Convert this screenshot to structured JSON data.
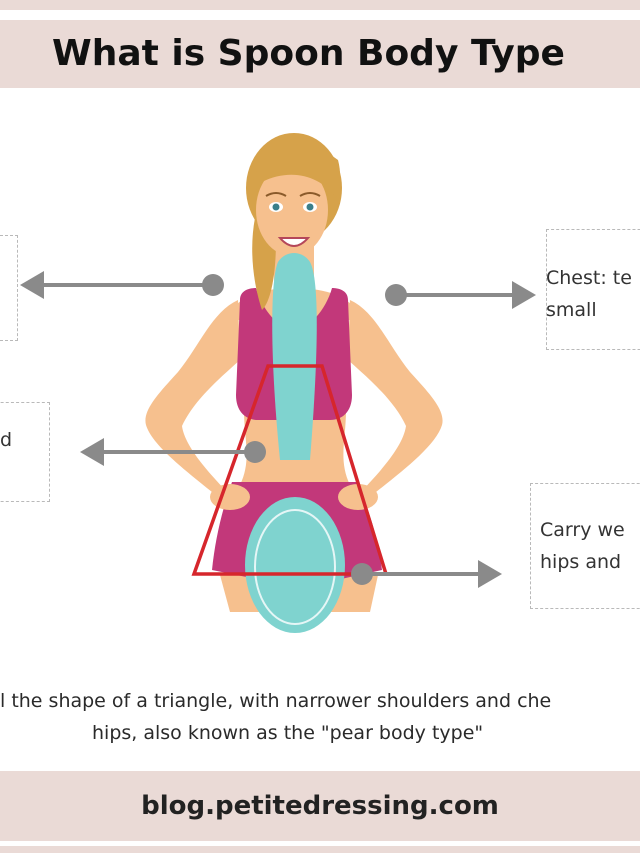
{
  "title": "What is Spoon Body Type",
  "callouts": {
    "shoulder": "",
    "waist": "d",
    "chest_line1": "Chest: te",
    "chest_line2": "small",
    "hips_line1": "Carry we",
    "hips_line2": "hips and"
  },
  "caption": {
    "line1": "l the shape of a triangle, with narrower shoulders and che",
    "line2": "hips, also known as the \"pear body type\""
  },
  "footer": {
    "url": "blog.petitedressing.com"
  },
  "colors": {
    "band": "#eadad6",
    "top_color": "#c2387a",
    "spoon": "#7fd3cf",
    "skin": "#f6c08e",
    "hair": "#d6a24a",
    "triangle": "#d6262c",
    "arrow": "#8a8a8a"
  }
}
